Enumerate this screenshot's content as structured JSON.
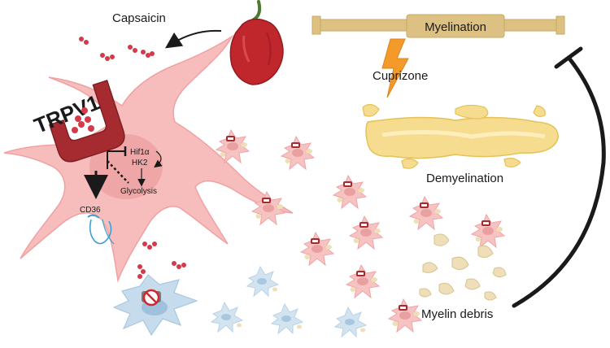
{
  "labels": {
    "capsaicin": "Capsaicin",
    "trpv1": "TRPV1",
    "hif1a": "Hif1α",
    "hk2": "HK2",
    "glycolysis": "Glycolysis",
    "cd36": "CD36",
    "myelination": "Myelination",
    "cuprizone": "Cuprizone",
    "demyelination": "Demyelination",
    "myelin_debris": "Myelin debris"
  },
  "colors": {
    "microglia_pink": "#f6b8b8",
    "microglia_outline": "#ef9a9a",
    "trpv1_red": "#a62b31",
    "pepper_red": "#c0272d",
    "capsaicin_dots": "#d43a48",
    "myelin_bar": "#dcc183",
    "myelin_yellow": "#f5dc8e",
    "debris": "#eedfb8",
    "cuprizone_bolt": "#f39a2b",
    "resting_blue": "#c6dced",
    "inhibitor_line": "#1a1a1a"
  },
  "icons": [
    "pepper-icon",
    "lightning-bolt-icon",
    "no-entry-icon",
    "inhibition-arrow-icon"
  ]
}
